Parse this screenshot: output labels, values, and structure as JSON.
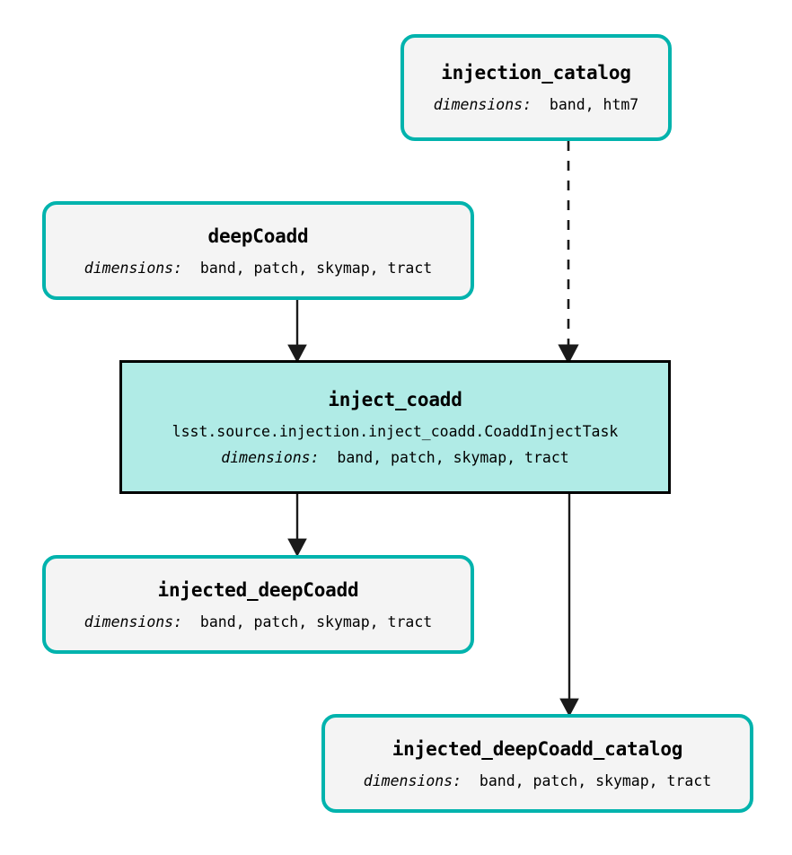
{
  "diagram": {
    "type": "pipeline-graph",
    "title": "",
    "colors": {
      "dataset_border": "#00b3ad",
      "dataset_fill": "#f4f4f4",
      "task_border": "#000000",
      "task_fill": "#b0ebe6",
      "edge": "#1a1a1a",
      "background": "#ffffff"
    },
    "dimensions_label": "dimensions:"
  },
  "nodes": [
    {
      "id": "injection_catalog",
      "kind": "dataset",
      "title": "injection_catalog",
      "class_path": "",
      "dimensions": "band, htm7"
    },
    {
      "id": "deepCoadd",
      "kind": "dataset",
      "title": "deepCoadd",
      "class_path": "",
      "dimensions": "band, patch, skymap, tract"
    },
    {
      "id": "inject_coadd",
      "kind": "task",
      "title": "inject_coadd",
      "class_path": "lsst.source.injection.inject_coadd.CoaddInjectTask",
      "dimensions": "band, patch, skymap, tract"
    },
    {
      "id": "injected_deepCoadd",
      "kind": "dataset",
      "title": "injected_deepCoadd",
      "class_path": "",
      "dimensions": "band, patch, skymap, tract"
    },
    {
      "id": "injected_deepCoadd_catalog",
      "kind": "dataset",
      "title": "injected_deepCoadd_catalog",
      "class_path": "",
      "dimensions": "band, patch, skymap, tract"
    }
  ],
  "edges": [
    {
      "id": "e1",
      "from": "injection_catalog",
      "to": "inject_coadd",
      "style": "dashed",
      "arrow": "filled-triangle"
    },
    {
      "id": "e2",
      "from": "deepCoadd",
      "to": "inject_coadd",
      "style": "solid",
      "arrow": "filled-triangle"
    },
    {
      "id": "e3",
      "from": "inject_coadd",
      "to": "injected_deepCoadd",
      "style": "solid",
      "arrow": "filled-triangle"
    },
    {
      "id": "e4",
      "from": "inject_coadd",
      "to": "injected_deepCoadd_catalog",
      "style": "solid",
      "arrow": "filled-triangle"
    }
  ]
}
